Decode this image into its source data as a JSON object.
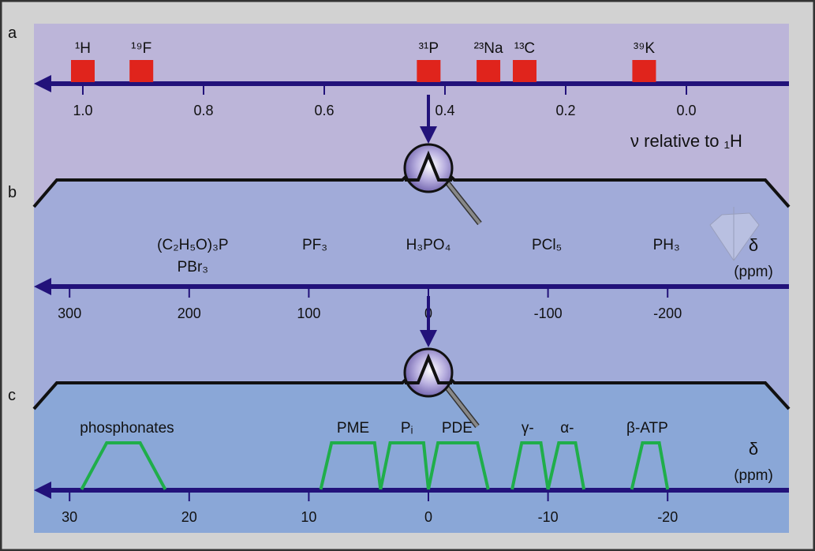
{
  "panel_letters": [
    "a",
    "b",
    "c"
  ],
  "colors": {
    "panel_a": "#bcb5d9",
    "panel_b": "#a1abd9",
    "panel_c": "#8aa7d7",
    "axis": "#22127a",
    "nucleus_box": "#e0241c",
    "peak": "#1fae4a"
  },
  "panel_a": {
    "axis_label": "ν relative to ₁H",
    "ticks": [
      {
        "v": 1.0,
        "label": "1.0"
      },
      {
        "v": 0.8,
        "label": "0.8"
      },
      {
        "v": 0.6,
        "label": "0.6"
      },
      {
        "v": 0.4,
        "label": "0.4"
      },
      {
        "v": 0.2,
        "label": "0.2"
      },
      {
        "v": 0.0,
        "label": "0.0"
      }
    ],
    "nuclei": [
      {
        "label": "¹H",
        "v": 1.0
      },
      {
        "label": "¹⁹F",
        "v": 0.903
      },
      {
        "label": "³¹P",
        "v": 0.427
      },
      {
        "label": "²³Na",
        "v": 0.328
      },
      {
        "label": "¹³C",
        "v": 0.268
      },
      {
        "label": "³⁹K",
        "v": 0.07
      }
    ]
  },
  "panel_b": {
    "axis_label_1": "δ",
    "axis_label_2": "(ppm)",
    "ticks": [
      {
        "v": 300,
        "label": "300"
      },
      {
        "v": 200,
        "label": "200"
      },
      {
        "v": 100,
        "label": "100"
      },
      {
        "v": 0,
        "label": "0"
      },
      {
        "v": -100,
        "label": "-100"
      },
      {
        "v": -200,
        "label": "-200"
      }
    ],
    "compounds": [
      {
        "label": "(C₂H₅O)₃P",
        "v": 197,
        "row": 0
      },
      {
        "label": "PBr₃",
        "v": 197,
        "row": 1
      },
      {
        "label": "PF₃",
        "v": 95,
        "row": 0
      },
      {
        "label": "H₃PO₄",
        "v": 0,
        "row": 0
      },
      {
        "label": "PCl₅",
        "v": -99,
        "row": 0
      },
      {
        "label": "PH₃",
        "v": -199,
        "row": 0
      }
    ]
  },
  "panel_c": {
    "axis_label_1": "δ",
    "axis_label_2": "(ppm)",
    "ticks": [
      {
        "v": 30,
        "label": "30"
      },
      {
        "v": 20,
        "label": "20"
      },
      {
        "v": 10,
        "label": "10"
      },
      {
        "v": 0,
        "label": "0"
      },
      {
        "v": -10,
        "label": "-10"
      },
      {
        "v": -20,
        "label": "-20"
      }
    ],
    "peaks": [
      {
        "label": "phosphonates",
        "label_v": 25.2,
        "base": [
          29,
          22
        ],
        "top": [
          26.9,
          24.1
        ]
      },
      {
        "label": "PME",
        "label_v": 6.3,
        "base": [
          9,
          4
        ],
        "top": [
          8.1,
          4.5
        ]
      },
      {
        "label": "Pᵢ",
        "label_v": 1.8,
        "base": [
          4,
          0
        ],
        "top": [
          3.2,
          0.4
        ]
      },
      {
        "label": "PDE",
        "label_v": -2.4,
        "base": [
          0,
          -5
        ],
        "top": [
          -0.8,
          -4.1
        ]
      },
      {
        "label": "γ-",
        "label_v": -8.3,
        "base": [
          -7,
          -10
        ],
        "top": [
          -7.8,
          -9.4
        ]
      },
      {
        "label": "α-",
        "label_v": -11.6,
        "base": [
          -10,
          -13
        ],
        "top": [
          -10.9,
          -12.3
        ]
      },
      {
        "label": "β-ATP",
        "label_v": -18.3,
        "base": [
          -17,
          -20
        ],
        "top": [
          -17.9,
          -19.3
        ]
      }
    ]
  }
}
